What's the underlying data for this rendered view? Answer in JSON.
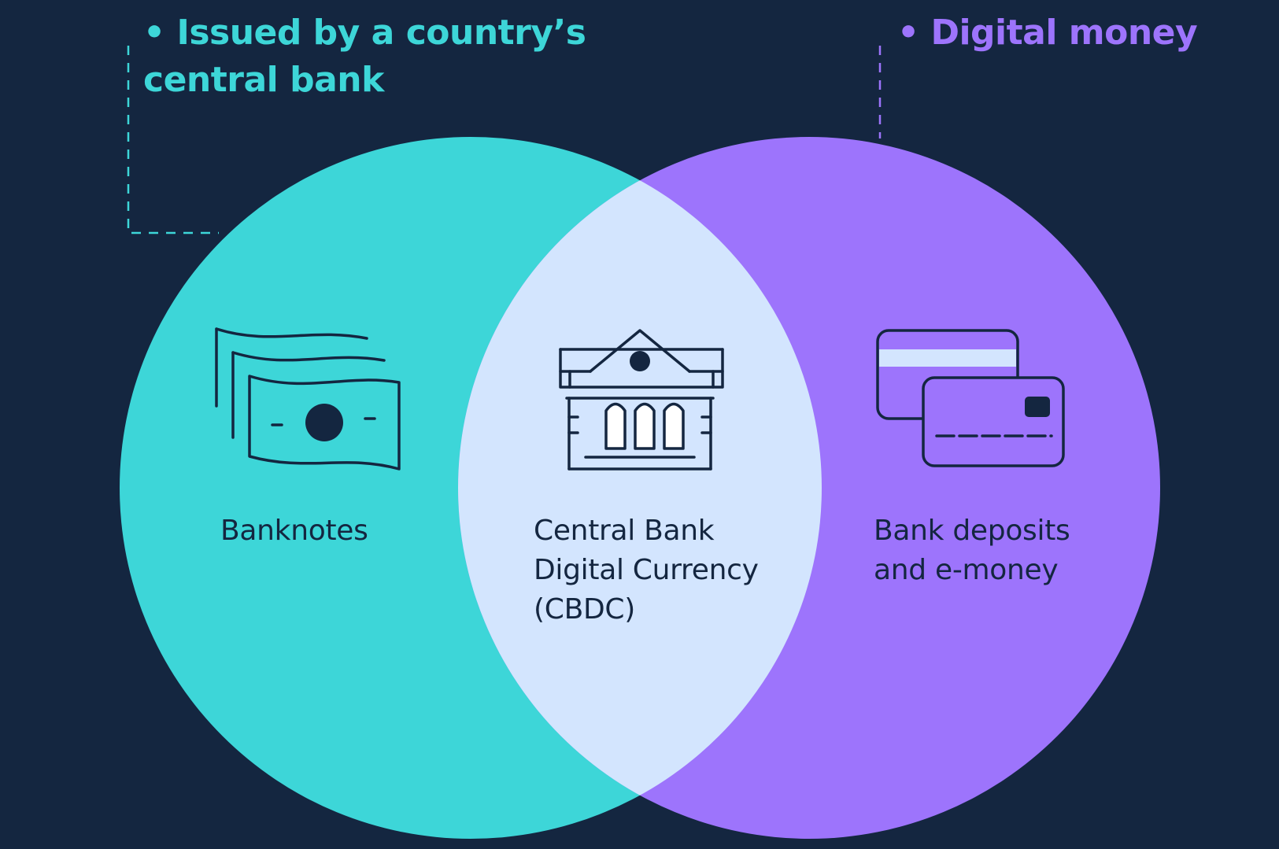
{
  "colors": {
    "background": "#142640",
    "teal": "#3dd6d8",
    "purple": "#9d74fc",
    "overlap": "#d3e5fe",
    "ink": "#142640"
  },
  "headings": {
    "left": {
      "lines": [
        "Issued by a country’s",
        "central bank"
      ],
      "bullet": "•"
    },
    "right": {
      "lines": [
        "Digital money"
      ],
      "bullet": "•"
    }
  },
  "regions": {
    "left": {
      "icon": "banknotes-icon",
      "lines": [
        "Banknotes"
      ]
    },
    "center": {
      "icon": "central-bank-building-icon",
      "lines": [
        "Central Bank",
        "Digital Currency",
        "(CBDC)"
      ]
    },
    "right": {
      "icon": "bank-cards-icon",
      "lines": [
        "Bank deposits",
        "and e-money"
      ]
    }
  }
}
